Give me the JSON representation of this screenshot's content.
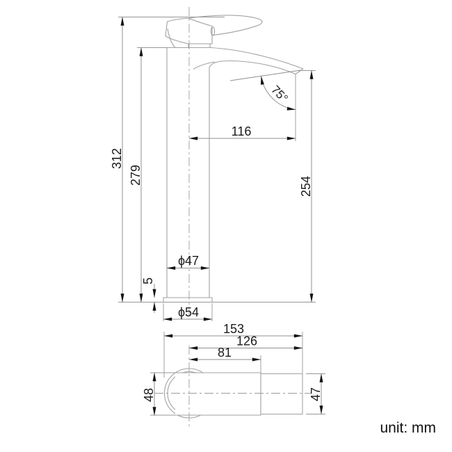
{
  "drawing": {
    "unit_note": "unit: mm",
    "side_view": {
      "overall_height": "312",
      "height_to_spout_top": "279",
      "spout_outlet_height": "254",
      "spout_reach": "116",
      "spout_angle": "75°",
      "body_diameter": "ϕ47",
      "base_thickness": "5",
      "base_diameter": "ϕ54"
    },
    "top_view": {
      "overall_length": "153",
      "length_to_step": "126",
      "spout_length": "81",
      "body_width": "48",
      "spout_width": "47"
    }
  }
}
